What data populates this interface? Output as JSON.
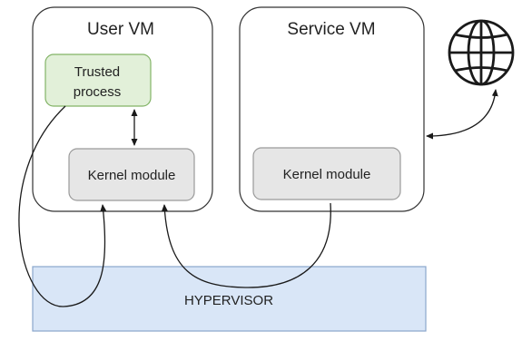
{
  "diagram": {
    "user_vm": {
      "title": "User VM",
      "trusted_process_line1": "Trusted",
      "trusted_process_line2": "process",
      "kernel_module": "Kernel module"
    },
    "service_vm": {
      "title": "Service VM",
      "kernel_module": "Kernel module"
    },
    "hypervisor": {
      "label": "HYPERVISOR"
    },
    "icons": {
      "internet": "globe-icon"
    },
    "colors": {
      "trusted_fill": "#e2f0d9",
      "trusted_stroke": "#82b366",
      "kernel_fill": "#e6e6e6",
      "kernel_stroke": "#9a9a9a",
      "hypervisor_fill": "#d9e6f7",
      "hypervisor_stroke": "#8aa6cc",
      "line": "#1a1a1a"
    }
  }
}
